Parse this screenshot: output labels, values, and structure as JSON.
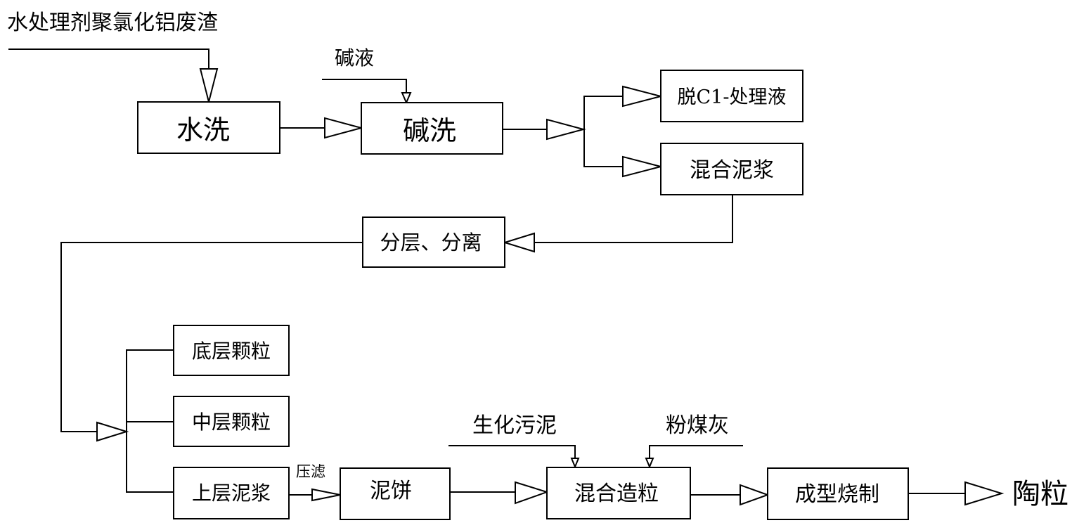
{
  "inputs": {
    "raw_material": "水处理剂聚氯化铝废渣",
    "alkali_liquid": "碱液",
    "bio_sludge": "生化污泥",
    "fly_ash": "粉煤灰"
  },
  "steps": {
    "water_wash": "水洗",
    "alkali_wash": "碱洗",
    "dechlorination_liquid": "脱C1-处理液",
    "mixed_slurry": "混合泥浆",
    "layer_separation": "分层、分离",
    "bottom_particles": "底层颗粒",
    "middle_particles": "中层颗粒",
    "upper_slurry": "上层泥浆",
    "mud_cake": "泥饼",
    "mix_granulation": "混合造粒",
    "forming_firing": "成型烧制"
  },
  "annotations": {
    "filter_press": "压滤"
  },
  "output": {
    "ceramsite": "陶粒"
  }
}
